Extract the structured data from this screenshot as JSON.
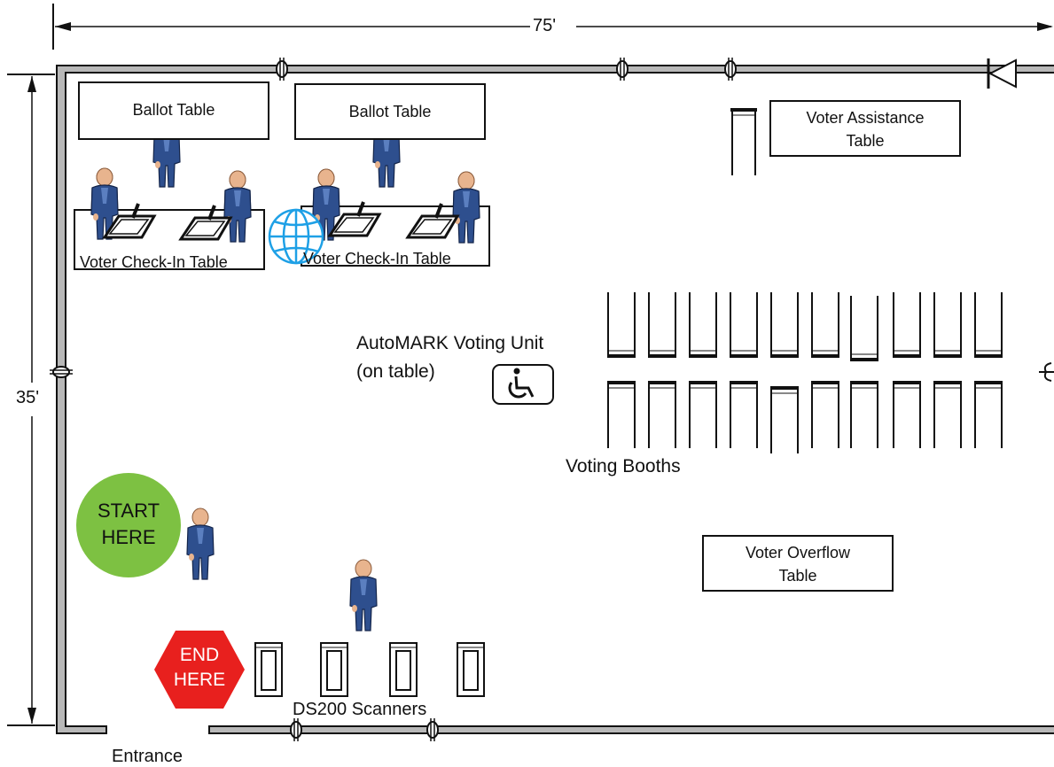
{
  "dimensions": {
    "width_label": "75'",
    "height_label": "35'"
  },
  "entrance": "Entrance",
  "ballot_tables": [
    "Ballot Table",
    "Ballot Table"
  ],
  "checkin_tables": [
    "Voter Check-In Table",
    "Voter Check-In Table"
  ],
  "assistance_table": {
    "line1": "Voter Assistance",
    "line2": "Table"
  },
  "automark": {
    "line1": "AutoMARK Voting Unit",
    "line2": "(on table)"
  },
  "booths_label": "Voting Booths",
  "overflow_table": {
    "line1": "Voter Overflow",
    "line2": "Table"
  },
  "start": {
    "line1": "START",
    "line2": "HERE"
  },
  "end": {
    "line1": "END",
    "line2": "HERE"
  },
  "scanners_label": "DS200 Scanners",
  "icons": [
    "wheelchair-icon",
    "globe-icon",
    "person-icon",
    "door-icon",
    "outlet-icon"
  ],
  "colors": {
    "start": "#7dc142",
    "end": "#e8201e",
    "globe": "#1ea0e6",
    "person": "#2e4f8e",
    "skin": "#e8b48e"
  }
}
